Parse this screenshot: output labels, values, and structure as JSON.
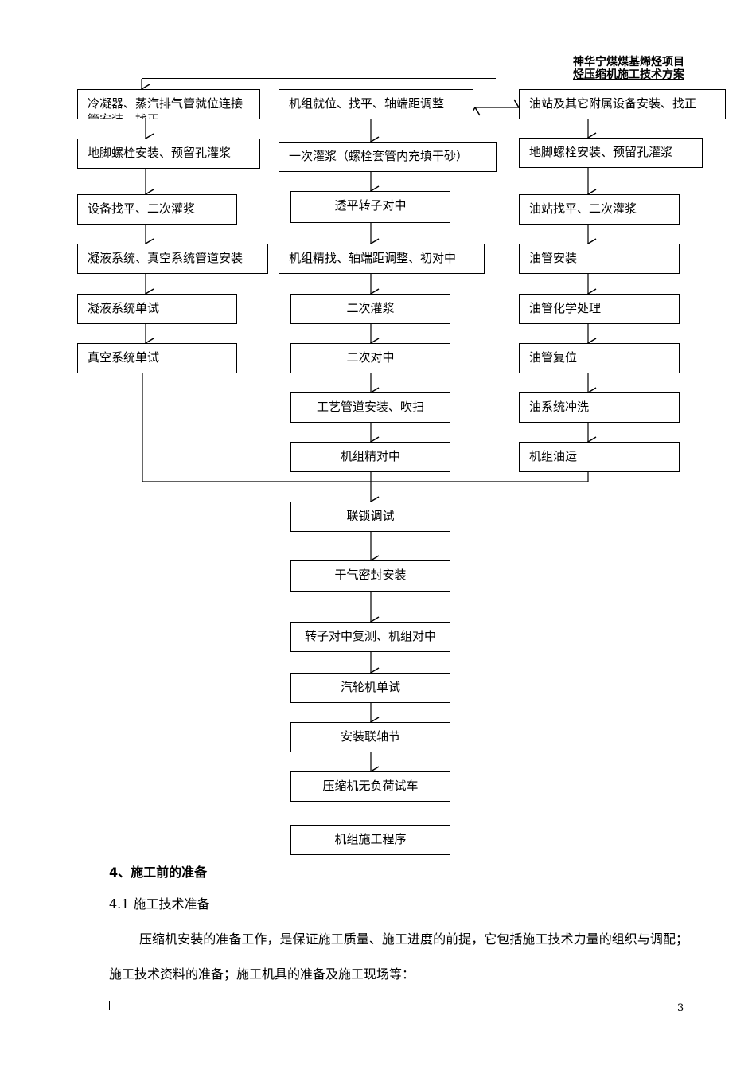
{
  "header": {
    "project": "神华宁煤煤基烯烃项目",
    "doc_title": "烃压缩机施工技术方案"
  },
  "flowchart": {
    "left": [
      "冷凝器、蒸汽排气管就位连接管安装、找正",
      "地脚螺栓安装、预留孔灌浆",
      "设备找平、二次灌浆",
      "凝液系统、真空系统管道安装",
      "凝液系统单试",
      "真空系统单试"
    ],
    "middle": [
      "机组就位、找平、轴端距调整",
      "一次灌浆（螺栓套管内充填干砂）",
      "透平转子对中",
      "机组精找、轴端距调整、初对中",
      "二次灌浆",
      "二次对中",
      "工艺管道安装、吹扫",
      "机组精对中"
    ],
    "right": [
      "油站及其它附属设备安装、找正",
      "地脚螺栓安装、预留孔灌浆",
      "油站找平、二次灌浆",
      "油管安装",
      "油管化学处理",
      "油管复位",
      "油系统冲洗",
      "机组油运"
    ],
    "bottom": [
      "联锁调试",
      "干气密封安装",
      "转子对中复测、机组对中",
      "汽轮机单试",
      "安装联轴节",
      "压缩机无负荷试车"
    ],
    "caption": "机组施工程序"
  },
  "section": {
    "heading": "4、施工前的准备",
    "subheading": "4.1 施工技术准备",
    "paragraph": "压缩机安装的准备工作，是保证施工质量、施工进度的前提，它包括施工技术力量的组织与调配；施工技术资料的准备；施工机具的准备及施工现场等："
  },
  "footer": {
    "page_number": "3"
  }
}
